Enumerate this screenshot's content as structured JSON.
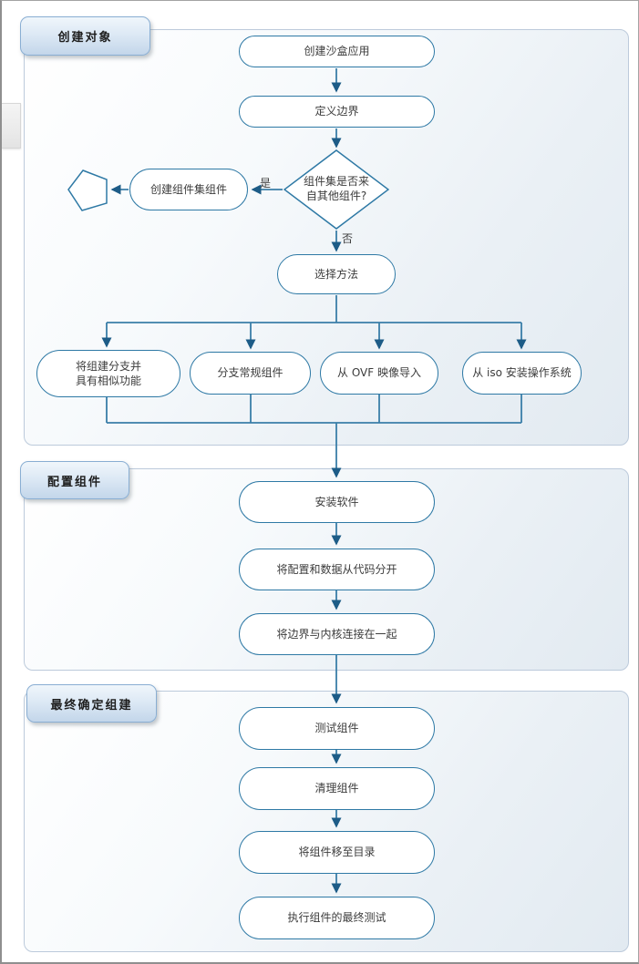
{
  "colors": {
    "connector_line": "#3a7ea8",
    "arrowhead": "#1d5c87",
    "shape_border": "#2e79a5",
    "shape_fill": "#ffffff",
    "section_fill_start": "#ffffff",
    "section_fill_end": "#e2eaf1",
    "section_border": "#bccadb",
    "tab_fill_top": "#f0f6fb",
    "tab_fill_bottom": "#c3d6ea",
    "tab_border": "#89aed3",
    "text": "#3c3c3c"
  },
  "phases": [
    {
      "label": "创建对象"
    },
    {
      "label": "配置组件"
    },
    {
      "label": "最终确定组建"
    }
  ],
  "nodes": {
    "create_sandbox": {
      "label": "创建沙盒应用"
    },
    "define_boundary": {
      "label": "定义边界"
    },
    "decision": {
      "line1": "组件集是否来",
      "line2": "自其他组件?"
    },
    "create_component_set": {
      "label": "创建组件集组件"
    },
    "choose_method": {
      "label": "选择方法"
    },
    "branch_similar": {
      "line1": "将组建分支并",
      "line2": "具有相似功能"
    },
    "branch_regular": {
      "label": "分支常规组件"
    },
    "import_ovf": {
      "label": "从 OVF 映像导入"
    },
    "install_iso": {
      "label": "从 iso 安装操作系统"
    },
    "install_software": {
      "label": "安装软件"
    },
    "separate_config": {
      "label": "将配置和数据从代码分开"
    },
    "connect_kernel": {
      "label": "将边界与内核连接在一起"
    },
    "test_component": {
      "label": "测试组件"
    },
    "clean_component": {
      "label": "清理组件"
    },
    "move_to_catalog": {
      "label": "将组件移至目录"
    },
    "final_test": {
      "label": "执行组件的最终测试"
    }
  },
  "edge_labels": {
    "yes": "是",
    "no": "否"
  }
}
